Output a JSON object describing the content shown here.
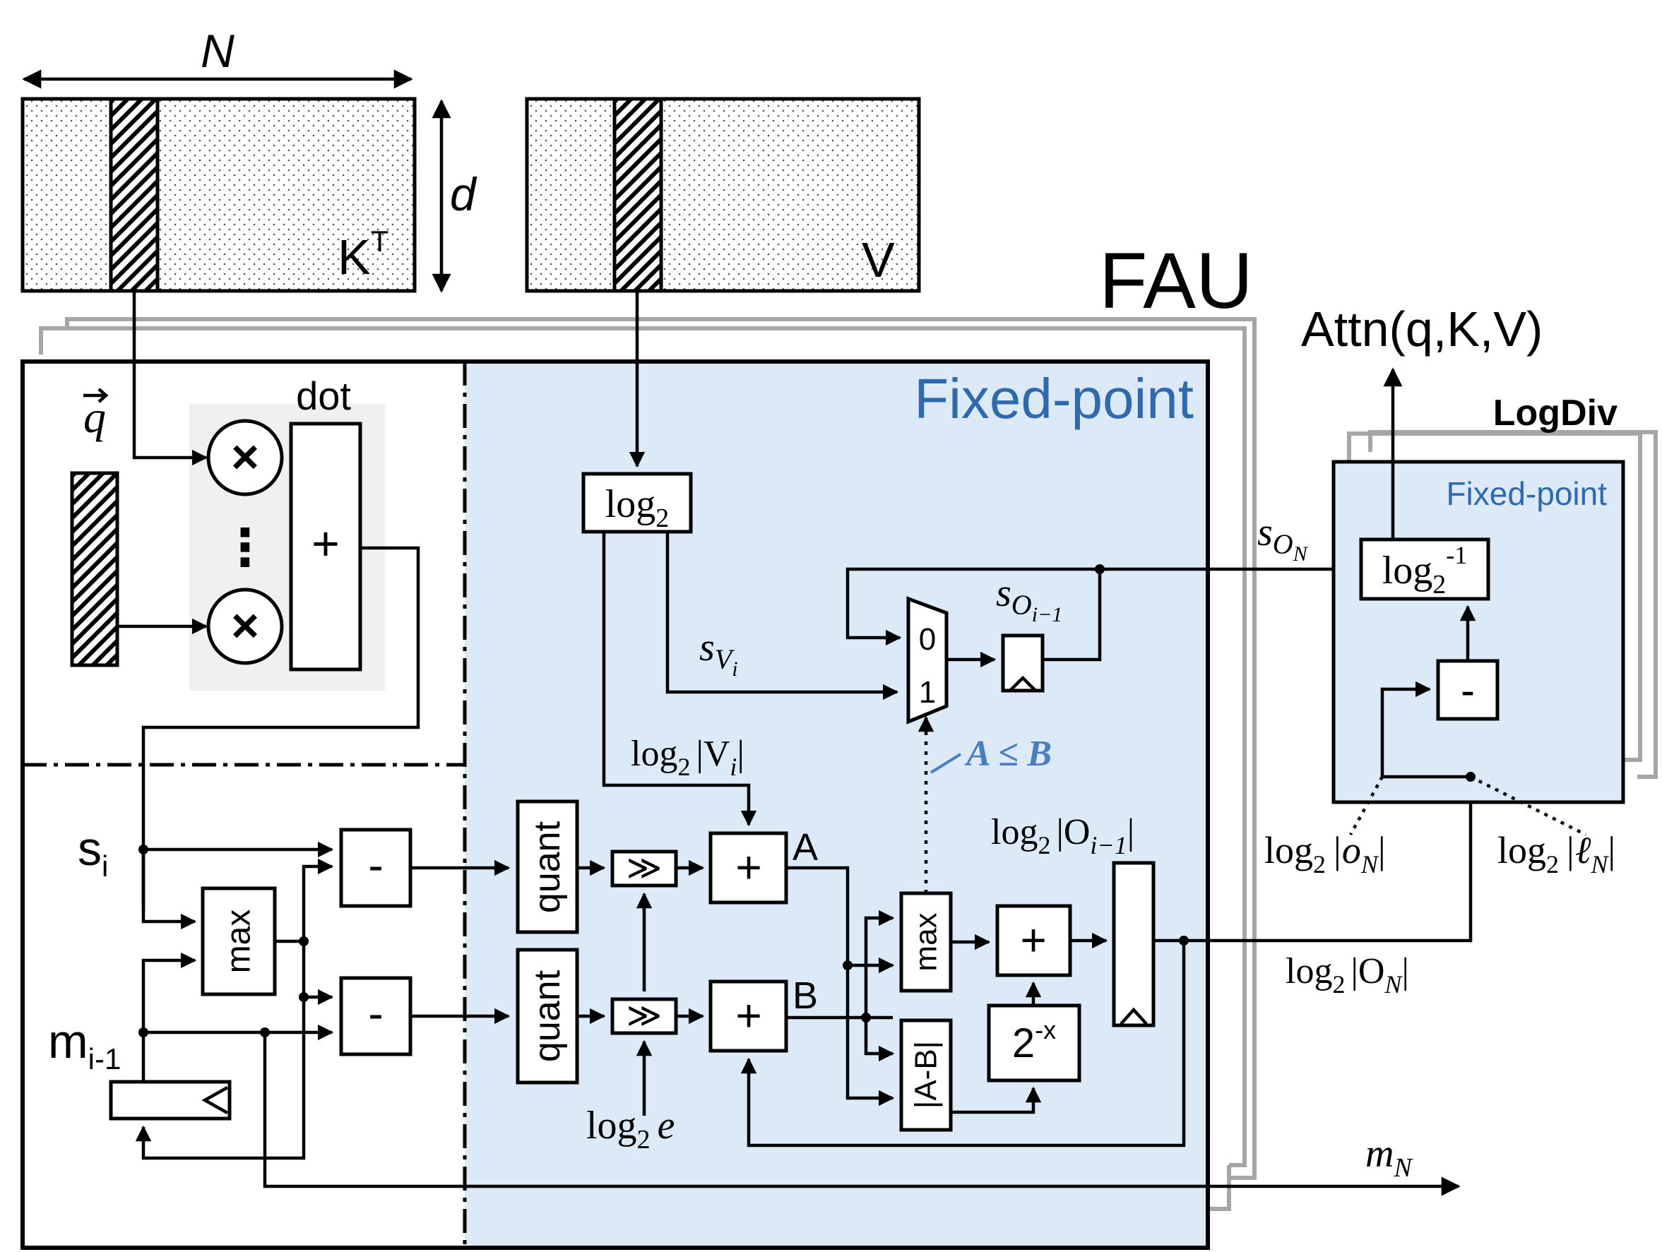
{
  "colors": {
    "fixed_point_fill": "#dce9f6",
    "fixed_point_text": "#2e6aad",
    "annotation_blue": "#4a7fbf",
    "stack_gray": "#a6a6a6",
    "dot_group_fill": "#f0f0f0"
  },
  "matrices": {
    "n_label": "N",
    "d_label": "d",
    "kt_label": "K",
    "kt_sup": "T",
    "v_label": "V"
  },
  "fau": {
    "title": "FAU",
    "fixed_point_label": "Fixed-point"
  },
  "dot_unit": {
    "label": "dot",
    "q_label": "q",
    "mult_symbol": "×",
    "dots": "⋮",
    "plus_symbol": "+"
  },
  "blocks": {
    "log2": "log",
    "log2_sub": "2",
    "minus": "-",
    "max": "max",
    "quant": "quant",
    "shift": "≫",
    "plus": "+",
    "absdiff": "|A-B|",
    "pow_base": "2",
    "pow_exp": "-x",
    "mux_0": "0",
    "mux_1": "1",
    "inv_log": "log",
    "inv_log_sub": "2",
    "inv_log_sup": "-1"
  },
  "signals": {
    "s_i": "s",
    "s_i_sub": "i",
    "m_prev": "m",
    "m_prev_sub": "i-1",
    "s_v_main": "s",
    "s_v_sub": "V",
    "s_v_subsub": "i",
    "s_o_prev_main": "s",
    "s_o_prev_sub": "O",
    "s_o_prev_subsub": "i−1",
    "s_on_main": "s",
    "s_on_sub": "O",
    "s_on_subsub": "N",
    "log2_vi_pre": "log",
    "log2_vi_sub": "2",
    "log2_vi_body": "|V",
    "log2_vi_idx": "i",
    "log2_vi_end": "|",
    "a_label": "A",
    "b_label": "B",
    "a_le_b": "A ≤ B",
    "log2_o_prev_pre": "log",
    "log2_o_prev_sub": "2",
    "log2_o_prev_body": "|O",
    "log2_o_prev_idx": "i−1",
    "log2_o_prev_end": "|",
    "log2_e_pre": "log",
    "log2_e_sub": "2",
    "log2_e_var": "e",
    "log2_on_pre": "log",
    "log2_on_sub": "2",
    "log2_on_body": "|O",
    "log2_on_idx": "N",
    "log2_on_end": "|",
    "m_n_main": "m",
    "m_n_sub": "N"
  },
  "logdiv": {
    "title": "LogDiv",
    "fixed_point_label": "Fixed-point",
    "output_label": "Attn(q,K,V)",
    "in_o_pre": "log",
    "in_o_sub": "2",
    "in_o_body": "|o",
    "in_o_idx": "N",
    "in_o_end": "|",
    "in_l_pre": "log",
    "in_l_sub": "2",
    "in_l_body": "|ℓ",
    "in_l_idx": "N",
    "in_l_end": "|"
  }
}
